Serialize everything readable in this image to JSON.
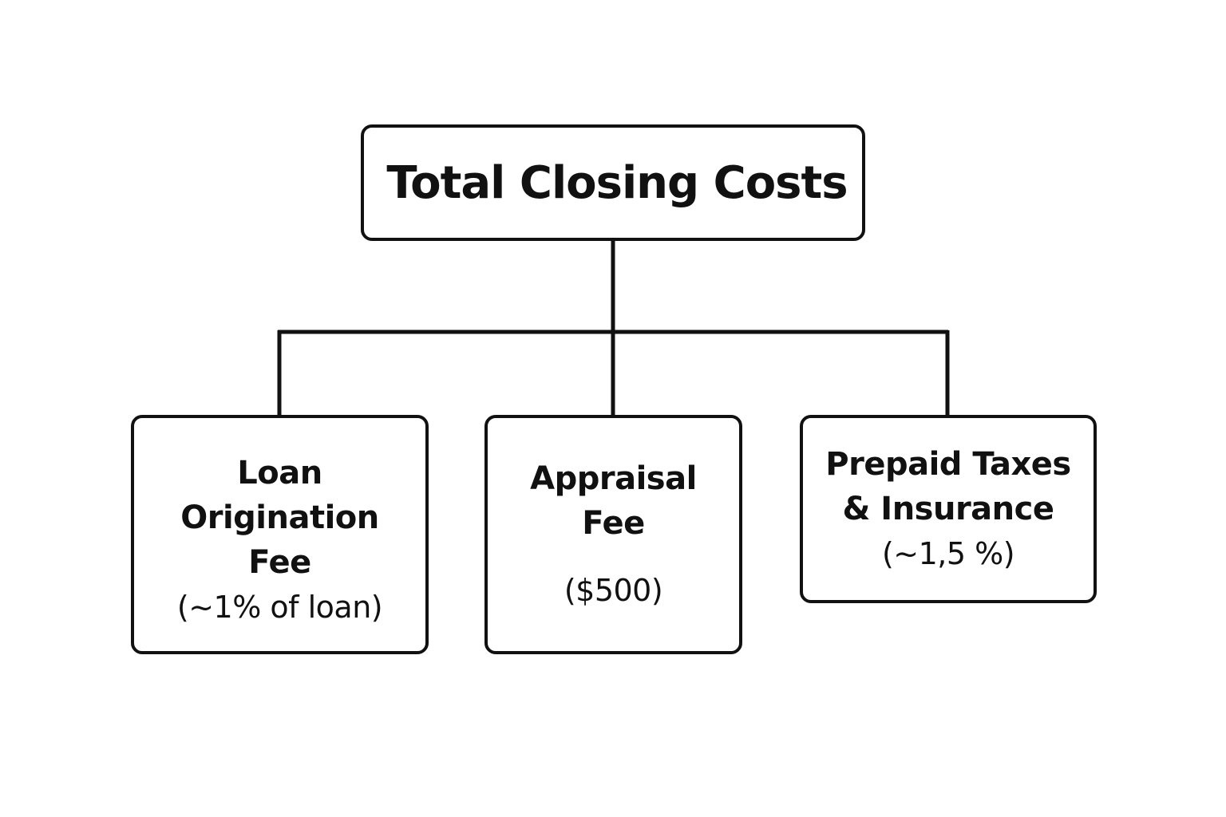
{
  "diagram": {
    "root": {
      "label": "Total Closing Costs"
    },
    "children": [
      {
        "lines": [
          "Loan",
          "Origination",
          "Fee"
        ],
        "detail": "(~1% of loan)"
      },
      {
        "lines": [
          "Appraisal",
          "Fee"
        ],
        "detail": "($500)"
      },
      {
        "lines": [
          "Prepaid Taxes",
          "& Insurance"
        ],
        "detail": "(~1,5 %)"
      }
    ],
    "colors": {
      "stroke": "#111111",
      "background": "#ffffff"
    }
  }
}
